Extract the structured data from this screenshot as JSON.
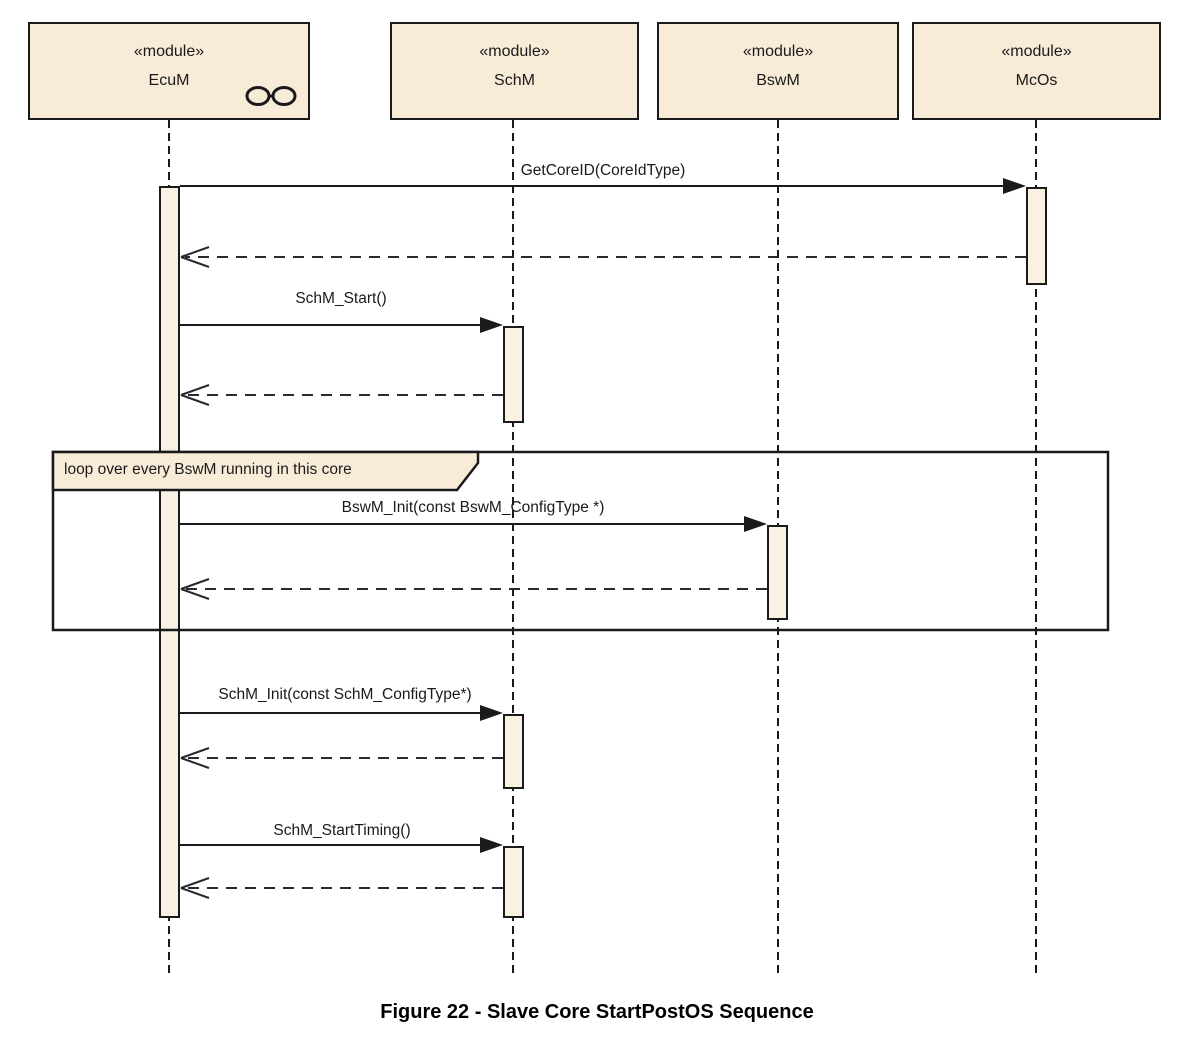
{
  "diagram": {
    "type": "uml-sequence",
    "caption": "Figure 22 - Slave Core StartPostOS Sequence"
  },
  "participants": [
    {
      "stereotype": "«module»",
      "name": "EcuM",
      "badge_icon": "glasses-icon"
    },
    {
      "stereotype": "«module»",
      "name": "SchM"
    },
    {
      "stereotype": "«module»",
      "name": "BswM"
    },
    {
      "stereotype": "«module»",
      "name": "McOs"
    }
  ],
  "fragments": [
    {
      "operator_label": "loop over every BswM running in this core"
    }
  ],
  "messages": [
    {
      "label": "GetCoreID(CoreIdType)",
      "from": "EcuM",
      "to": "McOs",
      "kind": "call"
    },
    {
      "label": "",
      "from": "McOs",
      "to": "EcuM",
      "kind": "return"
    },
    {
      "label": "SchM_Start()",
      "from": "EcuM",
      "to": "SchM",
      "kind": "call"
    },
    {
      "label": "",
      "from": "SchM",
      "to": "EcuM",
      "kind": "return"
    },
    {
      "label": "BswM_Init(const BswM_ConfigType *)",
      "from": "EcuM",
      "to": "BswM",
      "kind": "call",
      "inside_fragment": "loop"
    },
    {
      "label": "",
      "from": "BswM",
      "to": "EcuM",
      "kind": "return",
      "inside_fragment": "loop"
    },
    {
      "label": "SchM_Init(const SchM_ConfigType*)",
      "from": "EcuM",
      "to": "SchM",
      "kind": "call"
    },
    {
      "label": "",
      "from": "SchM",
      "to": "EcuM",
      "kind": "return"
    },
    {
      "label": "SchM_StartTiming()",
      "from": "EcuM",
      "to": "SchM",
      "kind": "call"
    },
    {
      "label": "",
      "from": "SchM",
      "to": "EcuM",
      "kind": "return"
    }
  ],
  "colors": {
    "element_fill": "#F8ECD8",
    "activation_fill": "#F9F1E2",
    "line": "#1A1A1A",
    "background": "#FFFFFF"
  }
}
